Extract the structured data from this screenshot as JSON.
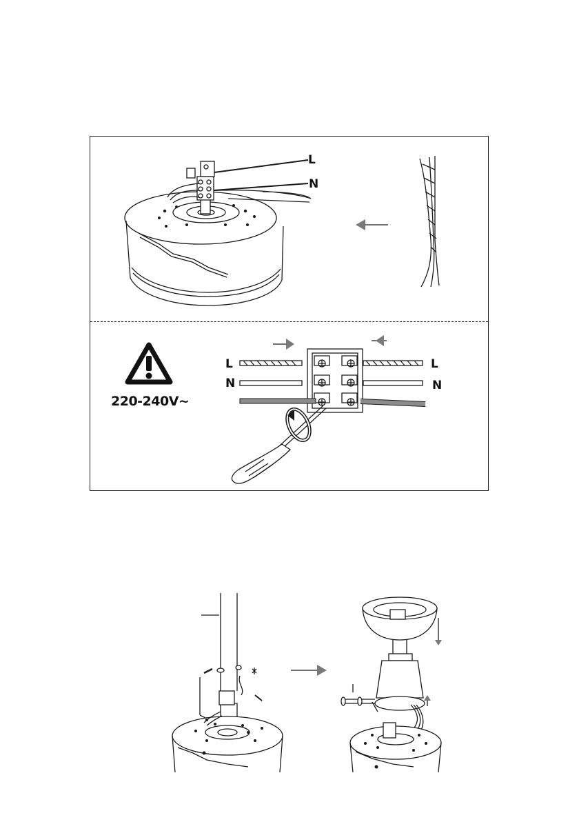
{
  "wiring_panel": {
    "label_live_top": "L",
    "label_neutral_top": "N",
    "label_live_left": "L",
    "label_neutral_left": "N",
    "label_live_right": "L",
    "label_neutral_right": "N",
    "voltage": "220-240V~"
  },
  "icons": [
    "warning-triangle-icon",
    "screwdriver-icon",
    "rotate-arrow-icon"
  ],
  "colors": {
    "line": "#1a1a1a",
    "earth_wire": "#8c8c8c",
    "arrow_fill": "#7a7a7a"
  }
}
